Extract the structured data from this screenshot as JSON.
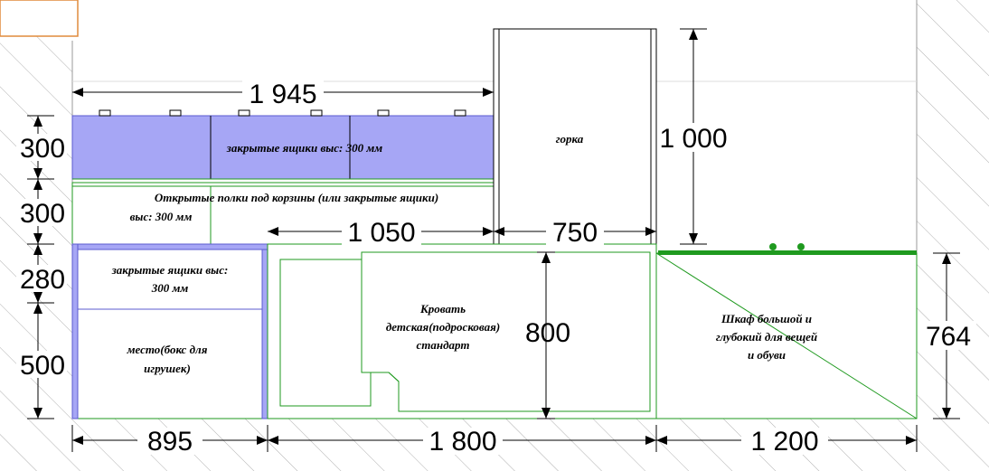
{
  "colors": {
    "drawer_fill": "#a6a6f5",
    "drawer_stroke": "#5b5bcf",
    "furniture_line": "#1f9a1f",
    "dimension_line": "#000000",
    "hatch": "#b0b0b0",
    "frame_orange": "#e08a3c"
  },
  "dimensions": {
    "left_300_top": "300",
    "left_300_mid": "300",
    "left_280": "280",
    "left_500": "500",
    "top_1945": "1 945",
    "mid_1050": "1 050",
    "mid_750": "750",
    "right_1000": "1 000",
    "bed_800": "800",
    "right_764": "764",
    "bottom_895": "895",
    "bottom_1800": "1 800",
    "bottom_1200": "1 200"
  },
  "labels": {
    "closed_drawers_top": "закрытые ящики выс: 300 мм",
    "open_shelves_line1": "Открытые полки под корзины (или закрытые ящики)",
    "open_shelves_line2": "выс: 300 мм",
    "closed_drawers_low_line1": "закрытые ящики выс:",
    "closed_drawers_low_line2": "300 мм",
    "toy_place_line1": "место(бокс для",
    "toy_place_line2": "игрушек)",
    "slide": "горка",
    "bed_line1": "Кровать",
    "bed_line2": "детская(подросковая)",
    "bed_line3": "стандарт",
    "wardrobe_line1": "Шкаф большой и",
    "wardrobe_line2": "глубокий для вещей",
    "wardrobe_line3": "и обуви"
  }
}
